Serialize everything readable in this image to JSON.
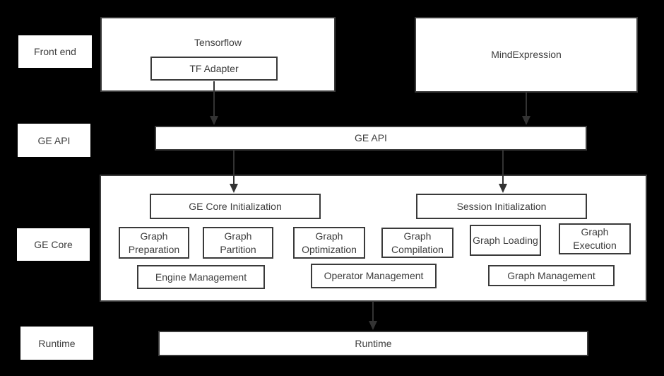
{
  "layers": {
    "front_end_label": "Front end",
    "ge_api_label": "GE API",
    "ge_core_label": "GE Core",
    "runtime_label": "Runtime"
  },
  "front_end": {
    "tensorflow": "Tensorflow",
    "tf_adapter": "TF Adapter",
    "mind_expression": "MindExpression"
  },
  "ge_api": {
    "bar": "GE API"
  },
  "ge_core": {
    "ge_core_initialization": "GE Core Initialization",
    "session_initialization": "Session Initialization",
    "stages": [
      {
        "label": "Graph Preparation"
      },
      {
        "label": "Graph Partition"
      },
      {
        "label": "Graph Optimization"
      },
      {
        "label": "Graph Compilation"
      },
      {
        "label": "Graph Loading"
      },
      {
        "label": "Graph Execution"
      }
    ],
    "management": [
      {
        "label": "Engine Management"
      },
      {
        "label": "Operator Management"
      },
      {
        "label": "Graph Management"
      }
    ]
  },
  "runtime": {
    "bar": "Runtime"
  },
  "colors": {
    "background": "#000000",
    "box_fill": "#ffffff",
    "box_border": "#3a3a3a",
    "text": "#3d3d3d",
    "arrow": "#333333"
  }
}
